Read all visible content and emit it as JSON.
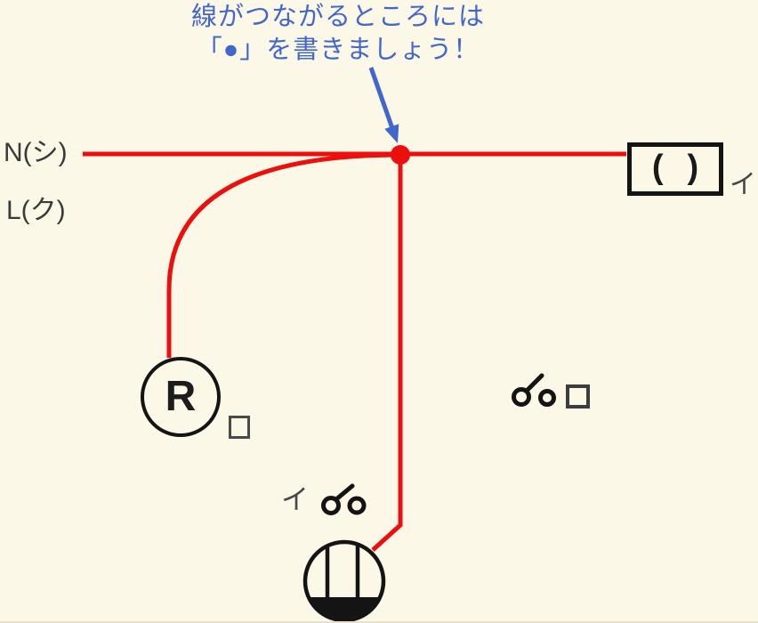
{
  "instruction": {
    "line1": "線がつながるところには",
    "line2": "「●」を書きましょう！"
  },
  "terminals": {
    "neutral_label": "N(シ)",
    "live_label": "L(ク)"
  },
  "devices": {
    "outlet_box": {
      "paren_open": "(",
      "paren_close": ")",
      "circuit_label": "イ"
    },
    "lamp_receptacle": {
      "letter": "R"
    },
    "switch_bottom": {
      "circuit_label": "イ"
    }
  },
  "icons": {
    "junction_dot": "filled-red-circle",
    "pointer_arrow": "blue-arrow-down-right",
    "switch_symbol": "two-circles-with-lever",
    "ceiling_rosette": "circle-with-two-bars-filled-base"
  },
  "colors": {
    "background": "#fcf8e7",
    "wire": "#ed0e0e",
    "annotation_blue": "#4267cc",
    "symbol_black": "#141414",
    "label_gray": "#3a3a3a",
    "muted_gray": "#474747",
    "edge_tan": "#e7e0cc"
  }
}
